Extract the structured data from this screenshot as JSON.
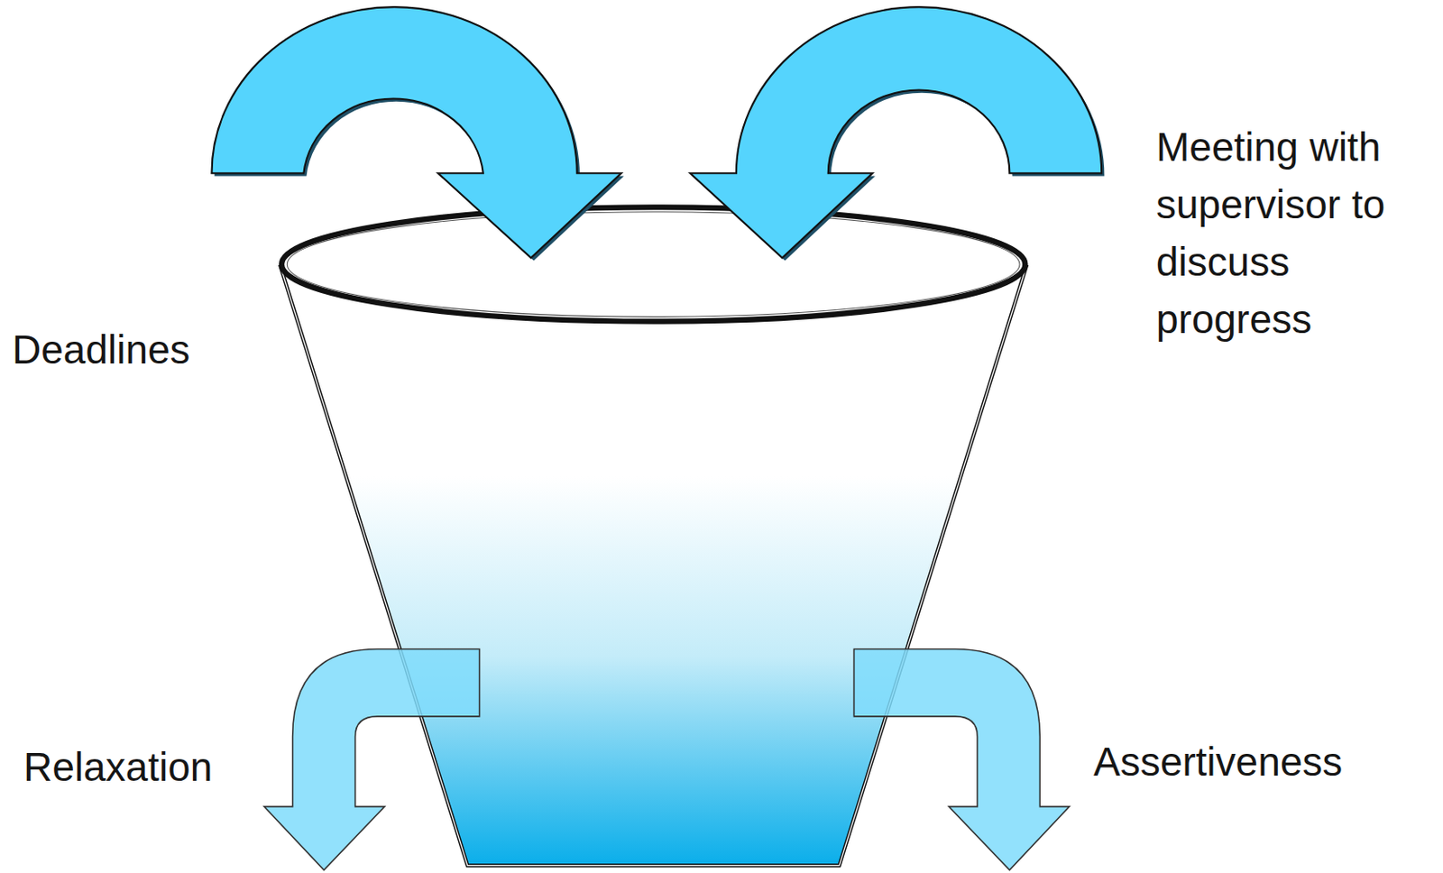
{
  "diagram": {
    "labels": [
      "Deadlines",
      "Meeting with supervisor to discuss progress",
      "Relaxation",
      "Assertiveness"
    ]
  }
}
